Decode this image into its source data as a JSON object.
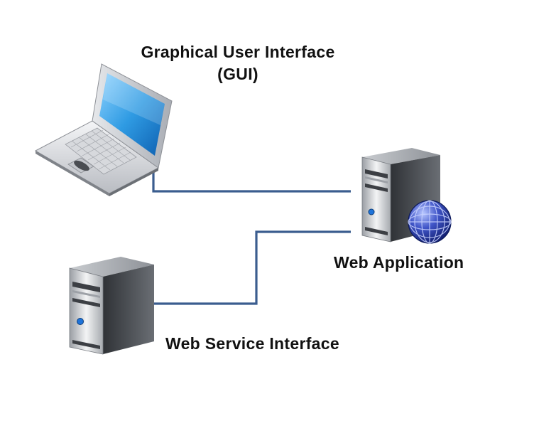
{
  "labels": {
    "gui_line1": "Graphical User Interface",
    "gui_line2": "(GUI)",
    "web_application": "Web Application",
    "web_service_interface": "Web Service Interface"
  },
  "icons": {
    "laptop": "laptop-icon",
    "app_server": "server-icon",
    "globe": "globe-icon",
    "service_server": "server-icon"
  },
  "colors": {
    "connector": "#3b5d8f",
    "screen": "#1f8fd8",
    "globe": "#2a3fa8",
    "server_body": "#4a4d52",
    "power_led": "#1e73d9"
  }
}
